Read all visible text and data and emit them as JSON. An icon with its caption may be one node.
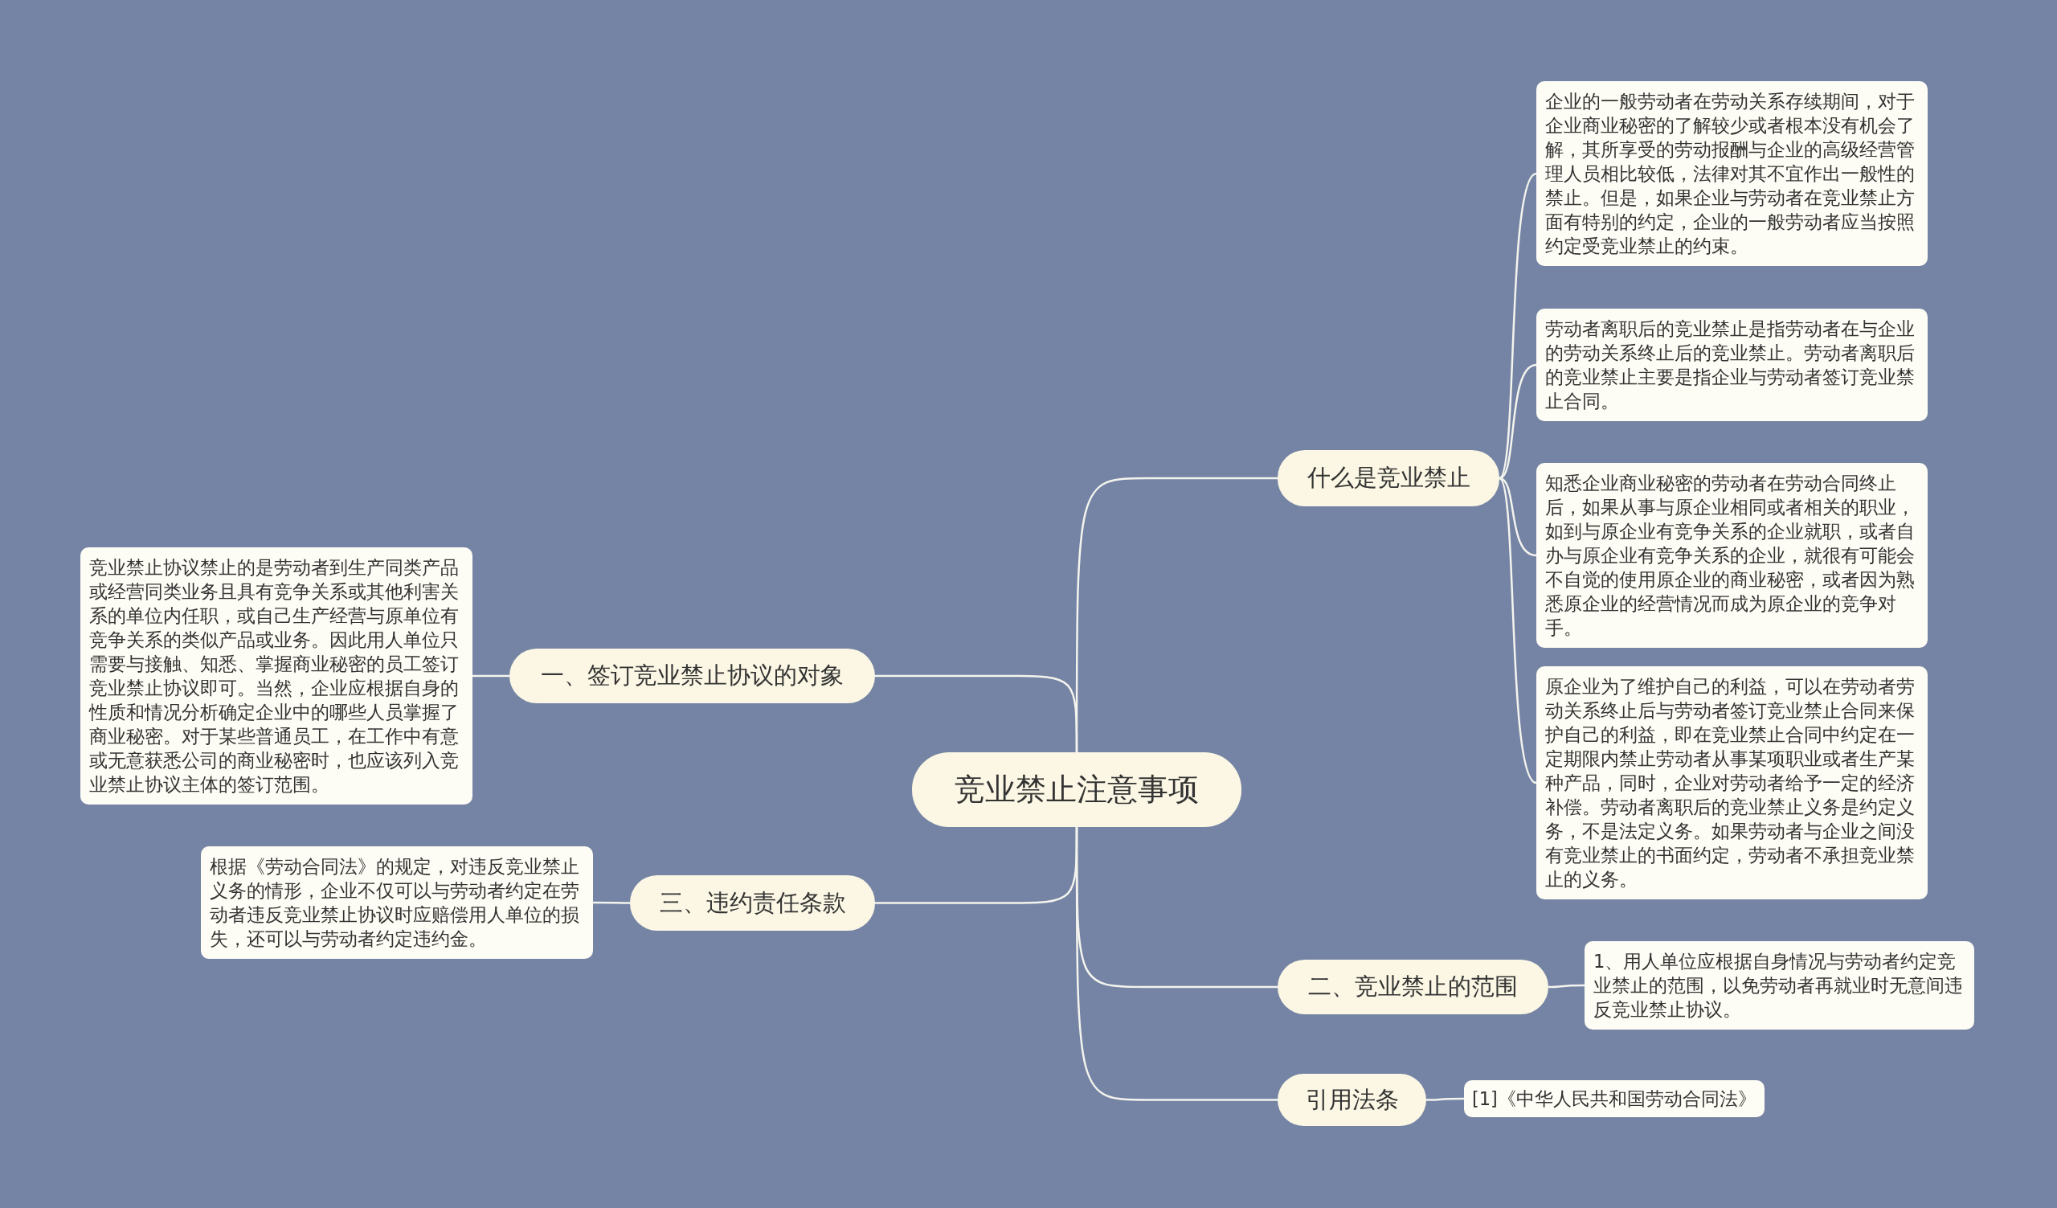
{
  "diagram": {
    "nodes": [
      {
        "text": [
          "竞业禁止注意事项"
        ]
      },
      {
        "text": [
          "一、签订竞业禁止协议的对象"
        ]
      },
      {
        "text": [
          "竞业禁止协议禁止的是劳动者到生产同类产品或经营同类业务且具有竞争关系或其他利害关系的单位内任职，或自己生产经营与原单位有竞争关系的类似产品或业务。因此用人单位只需要与接触、知悉、掌握商业秘密的员工签订竞业禁止协议即可。当然，企业应根据自身的性质和情况分析确定企业中的哪些人员掌握了商业秘密。对于某些普通员工，在工作中有意或无意获悉公司的商业秘密时，也应该列入竞业禁止协议主体的签订范围。"
        ]
      },
      {
        "text": [
          "三、违约责任条款"
        ]
      },
      {
        "text": [
          "根据《劳动合同法》的规定，对违反竞业禁止义务的情形，企业不仅可以与劳动者约定在劳动者违反竞业禁止协议时应赔偿用人单位的损失，还可以与劳动者约定违约金。"
        ]
      },
      {
        "text": [
          "什么是竞业禁止"
        ]
      },
      {
        "text": [
          "企业的一般劳动者在劳动关系存续期间，对于企业商业秘密的了解较少或者根本没有机会了解，其所享受的劳动报酬与企业的高级经营管理人员相比较低，法律对其不宜作出一般性的禁止。但是，如果企业与劳动者在竞业禁止方面有特别的约定，企业的一般劳动者应当按照约定受竞业禁止的约束。"
        ]
      },
      {
        "text": [
          "劳动者离职后的竞业禁止是指劳动者在与企业的劳动关系终止后的竞业禁止。劳动者离职后的竞业禁止主要是指企业与劳动者签订竞业禁止合同。"
        ]
      },
      {
        "text": [
          "知悉企业商业秘密的劳动者在劳动合同终止后，如果从事与原企业相同或者相关的职业，如到与原企业有竞争关系的企业就职，或者自办与原企业有竞争关系的企业，就很有可能会不自觉的使用原企业的商业秘密，或者因为熟悉原企业的经营情况而成为原企业的竞争对手。"
        ]
      },
      {
        "text": [
          "原企业为了维护自己的利益，可以在劳动者劳动关系终止后与劳动者签订竞业禁止合同来保护自己的利益，即在竞业禁止合同中约定在一定期限内禁止劳动者从事某项职业或者生产某种产品，同时，企业对劳动者给予一定的经济补偿。劳动者离职后的竞业禁止义务是约定义务，不是法定义务。如果劳动者与企业之间没有竞业禁止的书面约定，劳动者不承担竞业禁止的义务。"
        ]
      },
      {
        "text": [
          "二、竞业禁止的范围"
        ]
      },
      {
        "text": [
          "1、用人单位应根据自身情况与劳动者约定竞业禁止的范围，以免劳动者再就业时无意间违反竞业禁止协议。"
        ]
      },
      {
        "text": [
          "引用法条"
        ]
      },
      {
        "text": [
          "[1]《中华人民共和国劳动合同法》"
        ]
      }
    ],
    "edges": [
      {
        "from": 0,
        "to": 1,
        "arrow": "none"
      },
      {
        "from": 1,
        "to": 2,
        "arrow": "none"
      },
      {
        "from": 0,
        "to": 3,
        "arrow": "none"
      },
      {
        "from": 3,
        "to": 4,
        "arrow": "none"
      },
      {
        "from": 0,
        "to": 5,
        "arrow": "none"
      },
      {
        "from": 5,
        "to": 6,
        "arrow": "none"
      },
      {
        "from": 5,
        "to": 7,
        "arrow": "none"
      },
      {
        "from": 5,
        "to": 8,
        "arrow": "none"
      },
      {
        "from": 5,
        "to": 9,
        "arrow": "none"
      },
      {
        "from": 0,
        "to": 10,
        "arrow": "none"
      },
      {
        "from": 10,
        "to": 11,
        "arrow": "none"
      },
      {
        "from": 0,
        "to": 12,
        "arrow": "none"
      },
      {
        "from": 12,
        "to": 13,
        "arrow": "none"
      }
    ]
  }
}
